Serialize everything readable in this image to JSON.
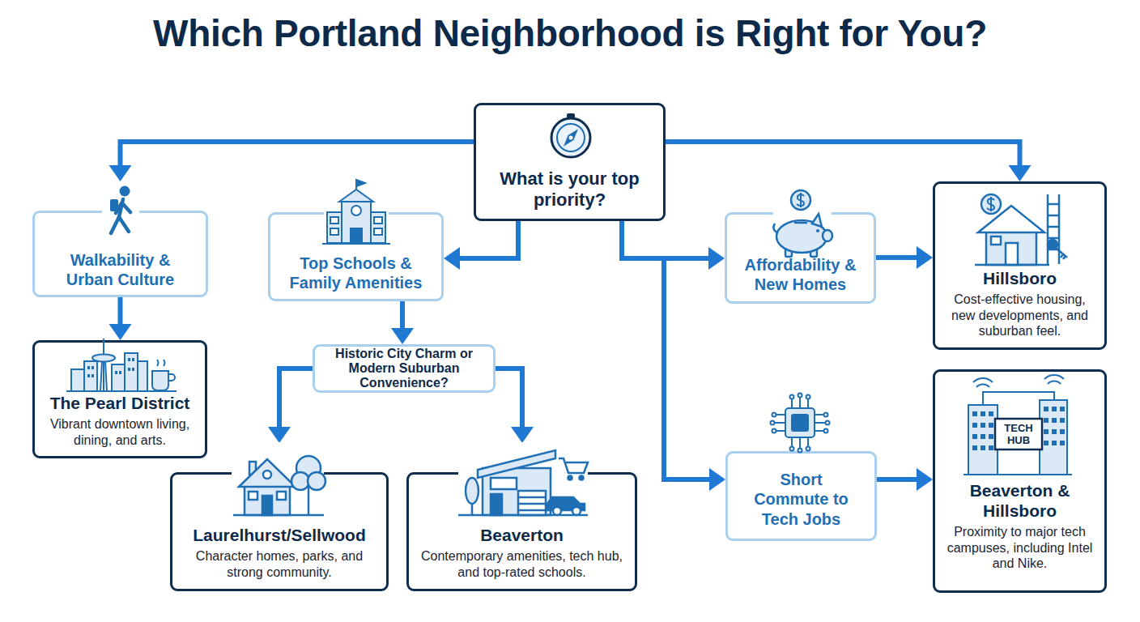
{
  "diagram": {
    "title": "Which Portland Neighborhood is Right for You?",
    "nodes": [
      {
        "text": [
          "What is your top priority?"
        ]
      },
      {
        "text": [
          "Walkability & Urban Culture"
        ]
      },
      {
        "text": [
          "Top Schools & Family Amenities"
        ]
      },
      {
        "text": [
          "Affordability & New Homes"
        ]
      },
      {
        "text": [
          "Hillsboro",
          "Cost-effective housing, new developments, and suburban feel."
        ]
      },
      {
        "text": [
          "The Pearl District",
          "Vibrant downtown living, dining, and arts."
        ]
      },
      {
        "text": [
          "Historic City Charm or Modern Suburban Convenience?"
        ]
      },
      {
        "text": [
          "Laurelhurst/Sellwood",
          "Character homes, parks, and strong community."
        ]
      },
      {
        "text": [
          "Beaverton",
          "Contemporary amenities, tech hub, and top-rated schools."
        ]
      },
      {
        "text": [
          "Short Commute to Tech Jobs"
        ]
      },
      {
        "text": [
          "Beaverton & Hillsboro",
          "Proximity to major tech campuses, including Intel and Nike."
        ]
      }
    ],
    "edges": [
      {
        "from": 0,
        "to": 1,
        "arrow": "to"
      },
      {
        "from": 0,
        "to": 2,
        "arrow": "to"
      },
      {
        "from": 0,
        "to": 3,
        "arrow": "to"
      },
      {
        "from": 0,
        "to": 4,
        "arrow": "to"
      },
      {
        "from": 0,
        "to": 9,
        "arrow": "to"
      },
      {
        "from": 1,
        "to": 5,
        "arrow": "to"
      },
      {
        "from": 2,
        "to": 6,
        "arrow": "to"
      },
      {
        "from": 3,
        "to": 4,
        "arrow": "to"
      },
      {
        "from": 6,
        "to": 7,
        "arrow": "to"
      },
      {
        "from": 6,
        "to": 8,
        "arrow": "to"
      },
      {
        "from": 9,
        "to": 10,
        "arrow": "to"
      }
    ],
    "labels": [
      "TECH HUB"
    ]
  }
}
